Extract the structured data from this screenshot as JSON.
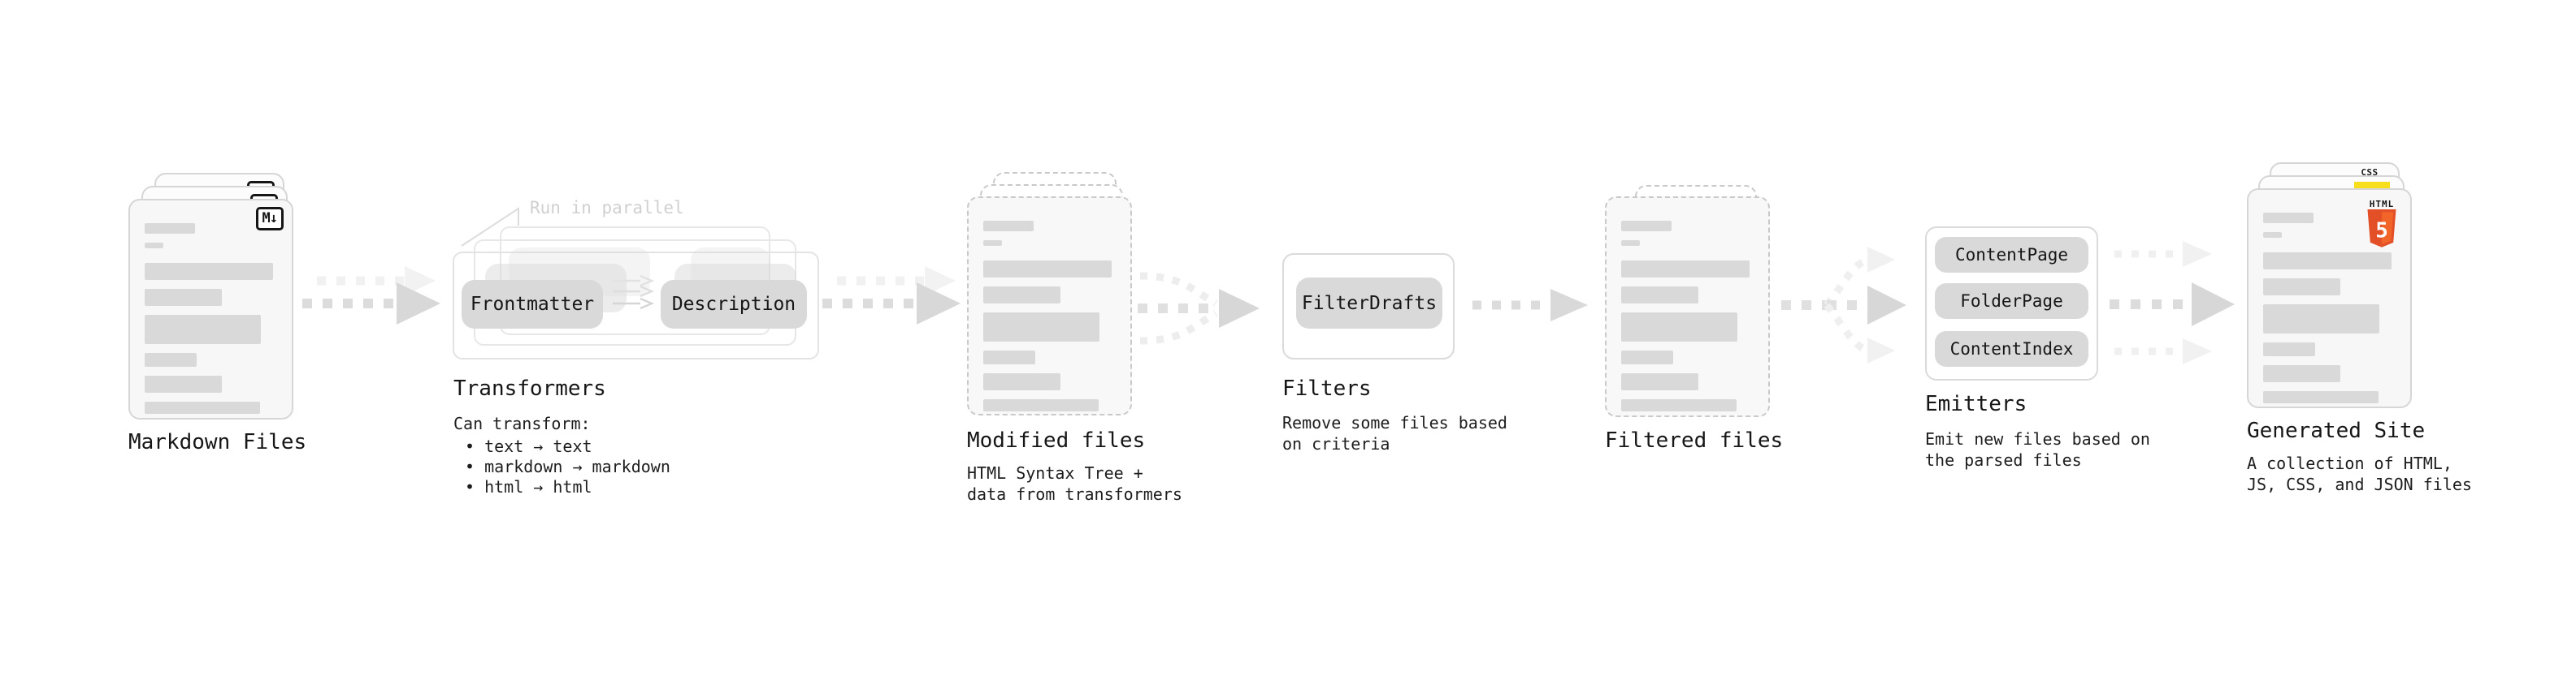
{
  "stages": {
    "markdown": {
      "label": "Markdown Files",
      "icon": "M↓"
    },
    "transformers": {
      "annotation": "Run in parallel",
      "buttons": [
        "Frontmatter",
        "Description"
      ],
      "label": "Transformers",
      "desc_title": "Can transform:",
      "bullets": [
        "• text → text",
        "• markdown → markdown",
        "• html → html"
      ]
    },
    "modified": {
      "label": "Modified files",
      "sublabel": "HTML Syntax Tree +\ndata from transformers"
    },
    "filters": {
      "buttons": [
        "FilterDrafts"
      ],
      "label": "Filters",
      "sublabel": "Remove some files based\non criteria"
    },
    "filtered": {
      "label": "Filtered files"
    },
    "emitters": {
      "buttons": [
        "ContentPage",
        "FolderPage",
        "ContentIndex"
      ],
      "label": "Emitters",
      "sublabel": "Emit new files based on\nthe parsed files"
    },
    "generated": {
      "label": "Generated Site",
      "sublabel": "A collection of HTML,\nJS, CSS, and JSON files",
      "badges": {
        "css": "CSS",
        "html_label": "HTML",
        "html_number": "5"
      }
    }
  },
  "colors": {
    "accent_html5": "#e34f26",
    "accent_js": "#f7df1e",
    "accent_css": "#2d6ff1"
  }
}
